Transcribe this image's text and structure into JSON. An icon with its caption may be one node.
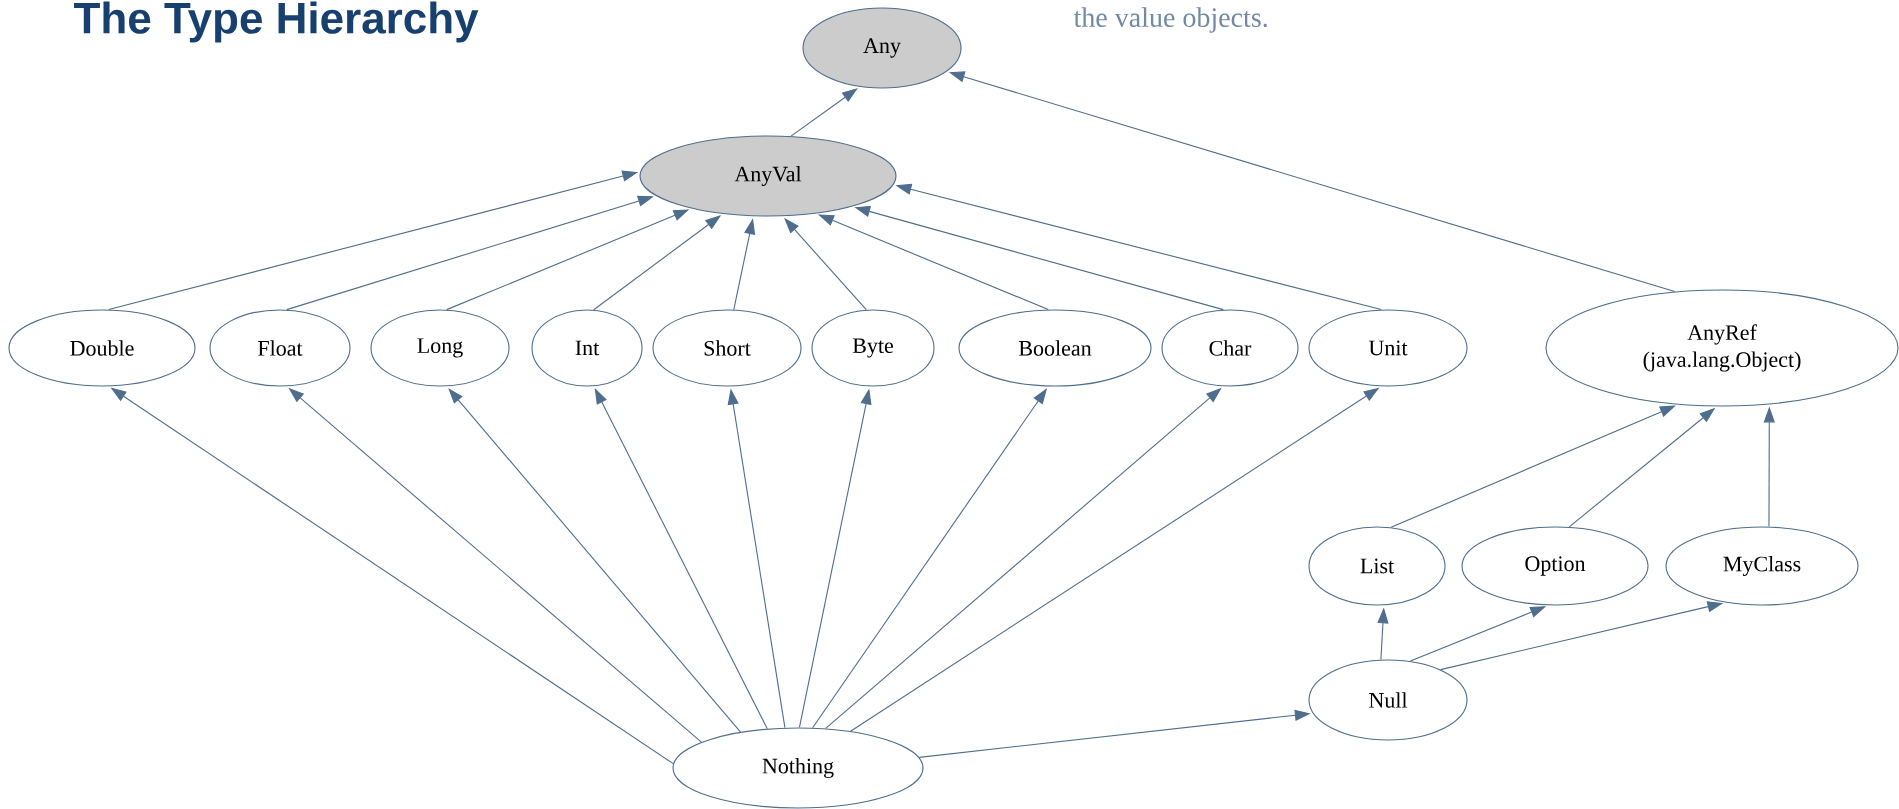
{
  "diagram": {
    "title": "The Type Hierarchy",
    "nodes": [
      {
        "text": [
          "Any"
        ]
      },
      {
        "text": [
          "AnyVal"
        ]
      },
      {
        "text": [
          "Double"
        ]
      },
      {
        "text": [
          "Float"
        ]
      },
      {
        "text": [
          "Long"
        ]
      },
      {
        "text": [
          "Int"
        ]
      },
      {
        "text": [
          "Short"
        ]
      },
      {
        "text": [
          "Byte"
        ]
      },
      {
        "text": [
          "Boolean"
        ]
      },
      {
        "text": [
          "Char"
        ]
      },
      {
        "text": [
          "Unit"
        ]
      },
      {
        "text": [
          "AnyRef (java.lang.Object)"
        ]
      },
      {
        "text": [
          "List"
        ]
      },
      {
        "text": [
          "Option"
        ]
      },
      {
        "text": [
          "MyClass"
        ]
      },
      {
        "text": [
          "Null"
        ]
      },
      {
        "text": [
          "Nothing"
        ]
      }
    ],
    "edges": [
      {
        "from": 1,
        "to": 0,
        "arrow": "to"
      },
      {
        "from": 11,
        "to": 0,
        "arrow": "to"
      },
      {
        "from": 2,
        "to": 1,
        "arrow": "to"
      },
      {
        "from": 3,
        "to": 1,
        "arrow": "to"
      },
      {
        "from": 4,
        "to": 1,
        "arrow": "to"
      },
      {
        "from": 5,
        "to": 1,
        "arrow": "to"
      },
      {
        "from": 6,
        "to": 1,
        "arrow": "to"
      },
      {
        "from": 7,
        "to": 1,
        "arrow": "to"
      },
      {
        "from": 8,
        "to": 1,
        "arrow": "to"
      },
      {
        "from": 9,
        "to": 1,
        "arrow": "to"
      },
      {
        "from": 10,
        "to": 1,
        "arrow": "to"
      },
      {
        "from": 12,
        "to": 11,
        "arrow": "to"
      },
      {
        "from": 13,
        "to": 11,
        "arrow": "to"
      },
      {
        "from": 14,
        "to": 11,
        "arrow": "to"
      },
      {
        "from": 15,
        "to": 12,
        "arrow": "to"
      },
      {
        "from": 15,
        "to": 13,
        "arrow": "to"
      },
      {
        "from": 15,
        "to": 14,
        "arrow": "to"
      },
      {
        "from": 16,
        "to": 2,
        "arrow": "to"
      },
      {
        "from": 16,
        "to": 3,
        "arrow": "to"
      },
      {
        "from": 16,
        "to": 4,
        "arrow": "to"
      },
      {
        "from": 16,
        "to": 5,
        "arrow": "to"
      },
      {
        "from": 16,
        "to": 6,
        "arrow": "to"
      },
      {
        "from": 16,
        "to": 7,
        "arrow": "to"
      },
      {
        "from": 16,
        "to": 8,
        "arrow": "to"
      },
      {
        "from": 16,
        "to": 9,
        "arrow": "to"
      },
      {
        "from": 16,
        "to": 10,
        "arrow": "to"
      },
      {
        "from": 16,
        "to": 15,
        "arrow": "to"
      }
    ],
    "labels": [
      "the value objects."
    ]
  }
}
